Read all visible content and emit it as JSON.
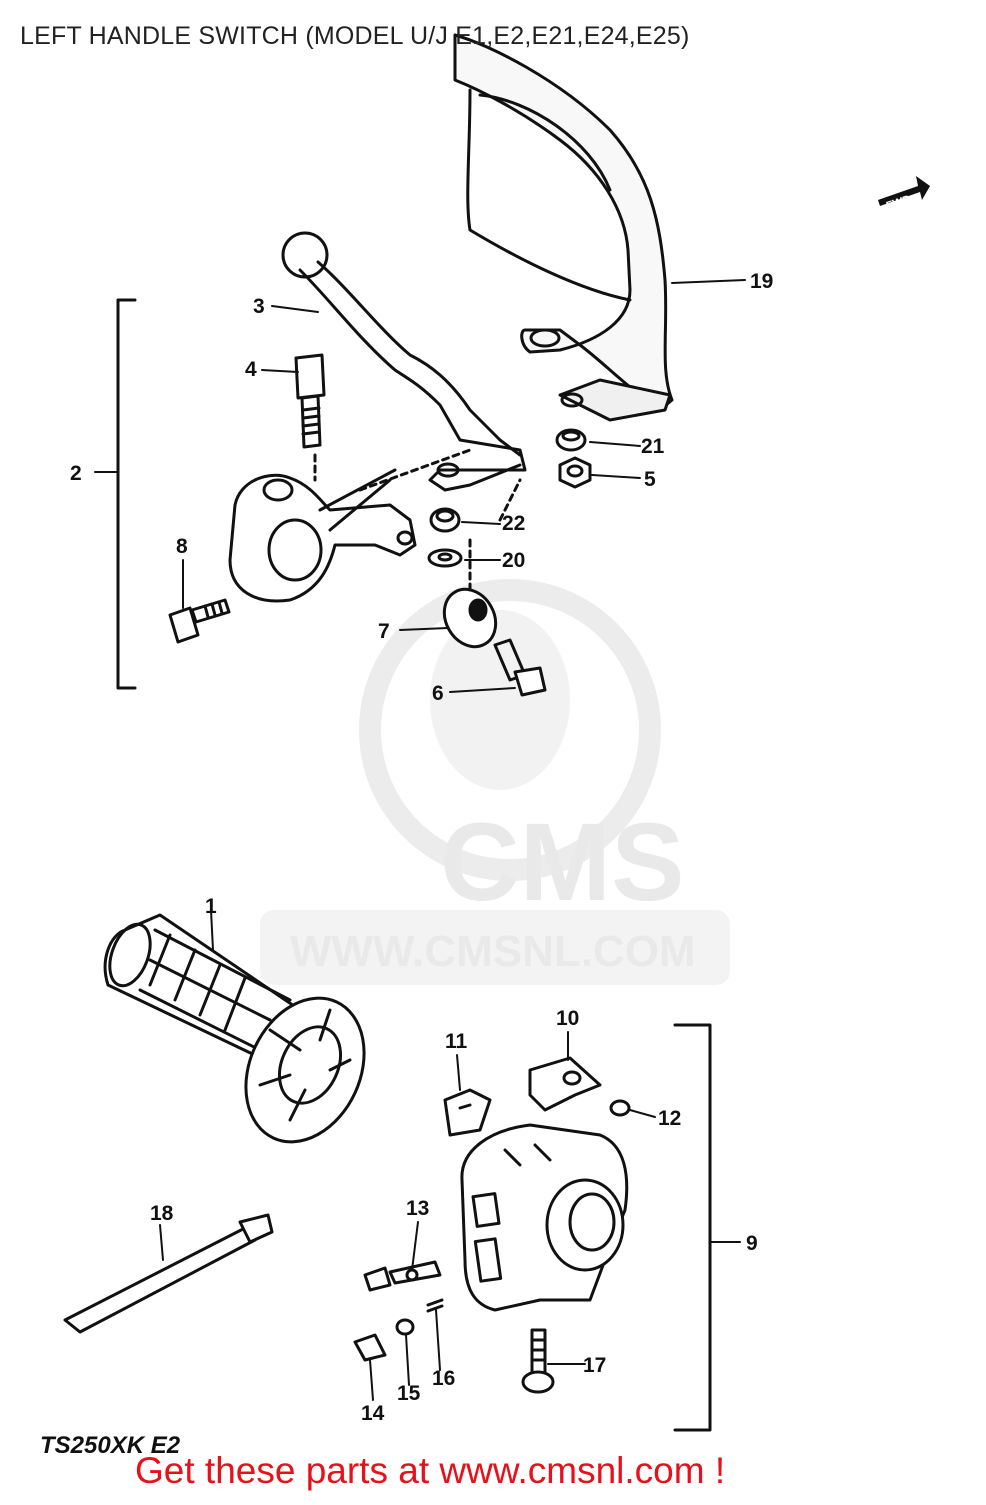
{
  "title": "LEFT HANDLE SWITCH (MODEL U/J E1,E2,E21,E24,E25)",
  "model_code": "TS250XK E2",
  "footer": "Get these parts at www.cmsnl.com !",
  "fwd_label": "FWD",
  "watermark": {
    "logo": "CMS",
    "url": "WWW.CMSNL.COM"
  },
  "callouts": [
    "1",
    "2",
    "3",
    "4",
    "5",
    "6",
    "7",
    "8",
    "9",
    "10",
    "11",
    "12",
    "13",
    "14",
    "15",
    "16",
    "17",
    "18",
    "19",
    "20",
    "21",
    "22"
  ],
  "colors": {
    "footer": "#e8101a",
    "ink": "#111111",
    "watermark": "#e9e9e9"
  }
}
